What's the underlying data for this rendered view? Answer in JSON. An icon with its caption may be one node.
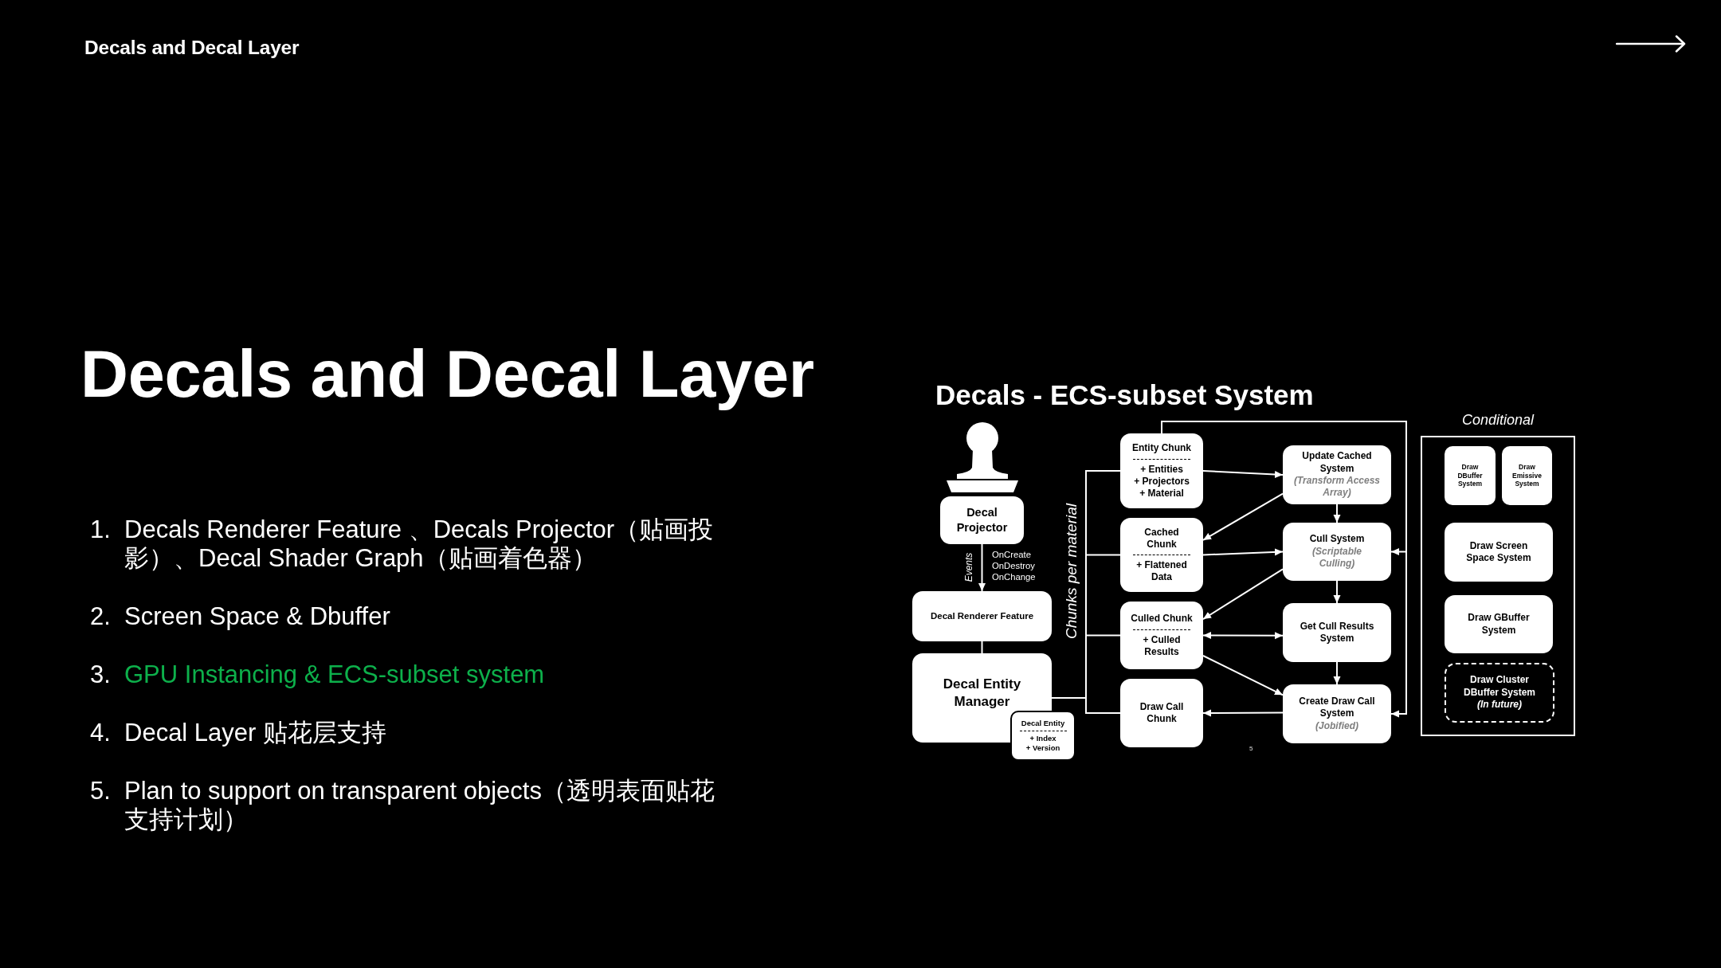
{
  "diagram": {
    "title": "Decals and Decal Layer",
    "nodes": [
      {
        "text": [
          "Decal Projector"
        ]
      },
      {
        "text": [
          "Decal Renderer Feature"
        ]
      },
      {
        "text": [
          "Decal Entity Manager"
        ]
      },
      {
        "text": [
          "Decal Entity",
          "+ Index",
          "+ Version"
        ]
      },
      {
        "text": [
          "Entity Chunk",
          "+ Entities",
          "+ Projectors",
          "+ Material"
        ]
      },
      {
        "text": [
          "Cached Chunk",
          "+ Flattened Data"
        ]
      },
      {
        "text": [
          "Culled Chunk",
          "+ Culled Results"
        ]
      },
      {
        "text": [
          "Draw Call Chunk"
        ]
      },
      {
        "text": [
          "Update Cached System",
          "(Transform Access Array)"
        ]
      },
      {
        "text": [
          "Cull System",
          "(Scriptable Culling)"
        ]
      },
      {
        "text": [
          "Get Cull Results System"
        ]
      },
      {
        "text": [
          "Create Draw Call System",
          "(Jobified)"
        ]
      },
      {
        "text": [
          "Conditional"
        ]
      },
      {
        "text": [
          "Draw DBuffer System"
        ],
        "in": 12
      },
      {
        "text": [
          "Draw Emissive System"
        ],
        "in": 12
      },
      {
        "text": [
          "Draw Screen Space System"
        ],
        "in": 12
      },
      {
        "text": [
          "Draw GBuffer System"
        ],
        "in": 12
      },
      {
        "text": [
          "Draw Cluster DBuffer System",
          "(In future)"
        ],
        "in": 12
      }
    ],
    "edges": [
      {
        "from": 0,
        "to": 1,
        "arrow": "to",
        "label": "Events"
      },
      {
        "from": 1,
        "to": 2,
        "arrow": "none"
      },
      {
        "from": 2,
        "to": 4,
        "arrow": "none"
      },
      {
        "from": 2,
        "to": 5,
        "arrow": "none"
      },
      {
        "from": 2,
        "to": 6,
        "arrow": "none"
      },
      {
        "from": 2,
        "to": 7,
        "arrow": "none"
      },
      {
        "from": 4,
        "to": 8,
        "arrow": "to"
      },
      {
        "from": 8,
        "to": 5,
        "arrow": "to"
      },
      {
        "from": 5,
        "to": 9,
        "arrow": "to"
      },
      {
        "from": 8,
        "to": 9,
        "arrow": "to"
      },
      {
        "from": 9,
        "to": 6,
        "arrow": "to"
      },
      {
        "from": 9,
        "to": 10,
        "arrow": "to"
      },
      {
        "from": 6,
        "to": 10,
        "arrow": "both"
      },
      {
        "from": 6,
        "to": 11,
        "arrow": "to"
      },
      {
        "from": 10,
        "to": 11,
        "arrow": "to"
      },
      {
        "from": 11,
        "to": 7,
        "arrow": "to"
      },
      {
        "from": 4,
        "to": 9,
        "arrow": "to"
      },
      {
        "from": 4,
        "to": 11,
        "arrow": "to"
      }
    ],
    "labels": [
      "Decals and Decal Layer",
      "1.",
      "Decals Renderer Feature 、Decals Projector（贴画投影）、Decal Shader Graph（贴画着色器）",
      "2.",
      "Screen Space & Dbuffer",
      "3.",
      "GPU Instancing & ECS-subset system",
      "4.",
      "Decal Layer 贴花层支持",
      "5.",
      "Plan to support on transparent objects（透明表面贴花支持计划）",
      "Decals - ECS-subset System",
      "OnCreate OnDestroy OnChange",
      "Chunks per material",
      "5"
    ]
  }
}
